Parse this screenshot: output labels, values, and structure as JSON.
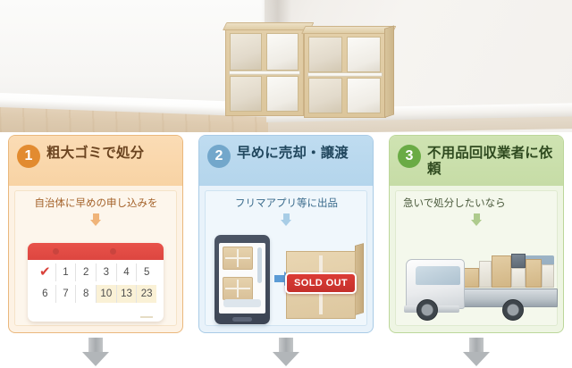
{
  "photo": {
    "alt_name": "two-cube-shelf-units-against-wall",
    "scene": "light wood 2x2 cube shelving units on wood floor by white wall"
  },
  "panels": [
    {
      "number": "1",
      "title": "粗大ゴミで処分",
      "caption": "自治体に早めの申し込みを",
      "accent": "#e28b30",
      "header_bg": "#f8d3a4",
      "body_bg": "#fdf6ec",
      "art": "calendar",
      "calendar": {
        "check": "✔",
        "row1": [
          "1",
          "2",
          "3",
          "4",
          "5"
        ],
        "row2": [
          "6",
          "7",
          "8",
          "10",
          "13",
          "23"
        ],
        "highlighted": [
          "10",
          "13",
          "23"
        ]
      }
    },
    {
      "number": "2",
      "title": "早めに売却・譲渡",
      "caption": "フリマアプリ等に出品",
      "accent": "#73a7cb",
      "header_bg": "#b4d5ec",
      "body_bg": "#f0f7fc",
      "art": "tablet-listing-sold-out",
      "sold_out_label": "SOLD OUT"
    },
    {
      "number": "3",
      "title": "不用品回収業者に依頼",
      "caption": "急いで処分したいなら",
      "accent": "#6aab45",
      "header_bg": "#c6dca6",
      "body_bg": "#f4f8ec",
      "art": "loaded-truck"
    }
  ],
  "flow_arrows": {
    "count": 3,
    "direction": "down",
    "color": "#b2b6b9"
  }
}
